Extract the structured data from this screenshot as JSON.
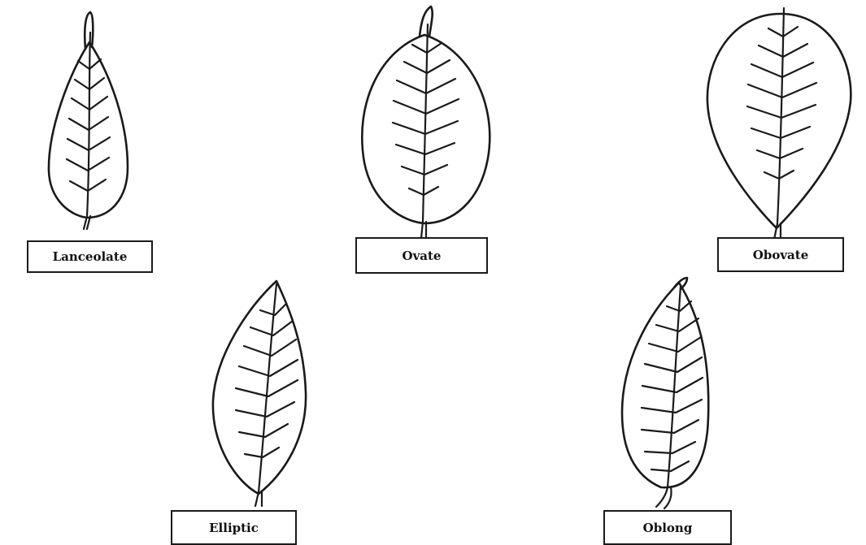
{
  "leaves": [
    {
      "label": "Lanceolate",
      "shape": "lanceolate"
    },
    {
      "label": "Ovate",
      "shape": "ovate"
    },
    {
      "label": "Obovate",
      "shape": "obovate"
    },
    {
      "label": "Elliptic",
      "shape": "elliptic"
    },
    {
      "label": "Oblong",
      "shape": "oblong"
    }
  ],
  "colors": {
    "ink": "#1a1a1a",
    "background": "#ffffff"
  }
}
